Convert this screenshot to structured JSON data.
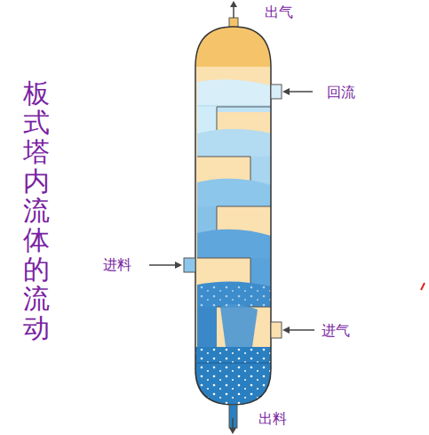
{
  "diagram": {
    "title": "板式塔内流体的流动",
    "labels": [
      "出气",
      "回流",
      "进料",
      "进气",
      "出料"
    ]
  }
}
